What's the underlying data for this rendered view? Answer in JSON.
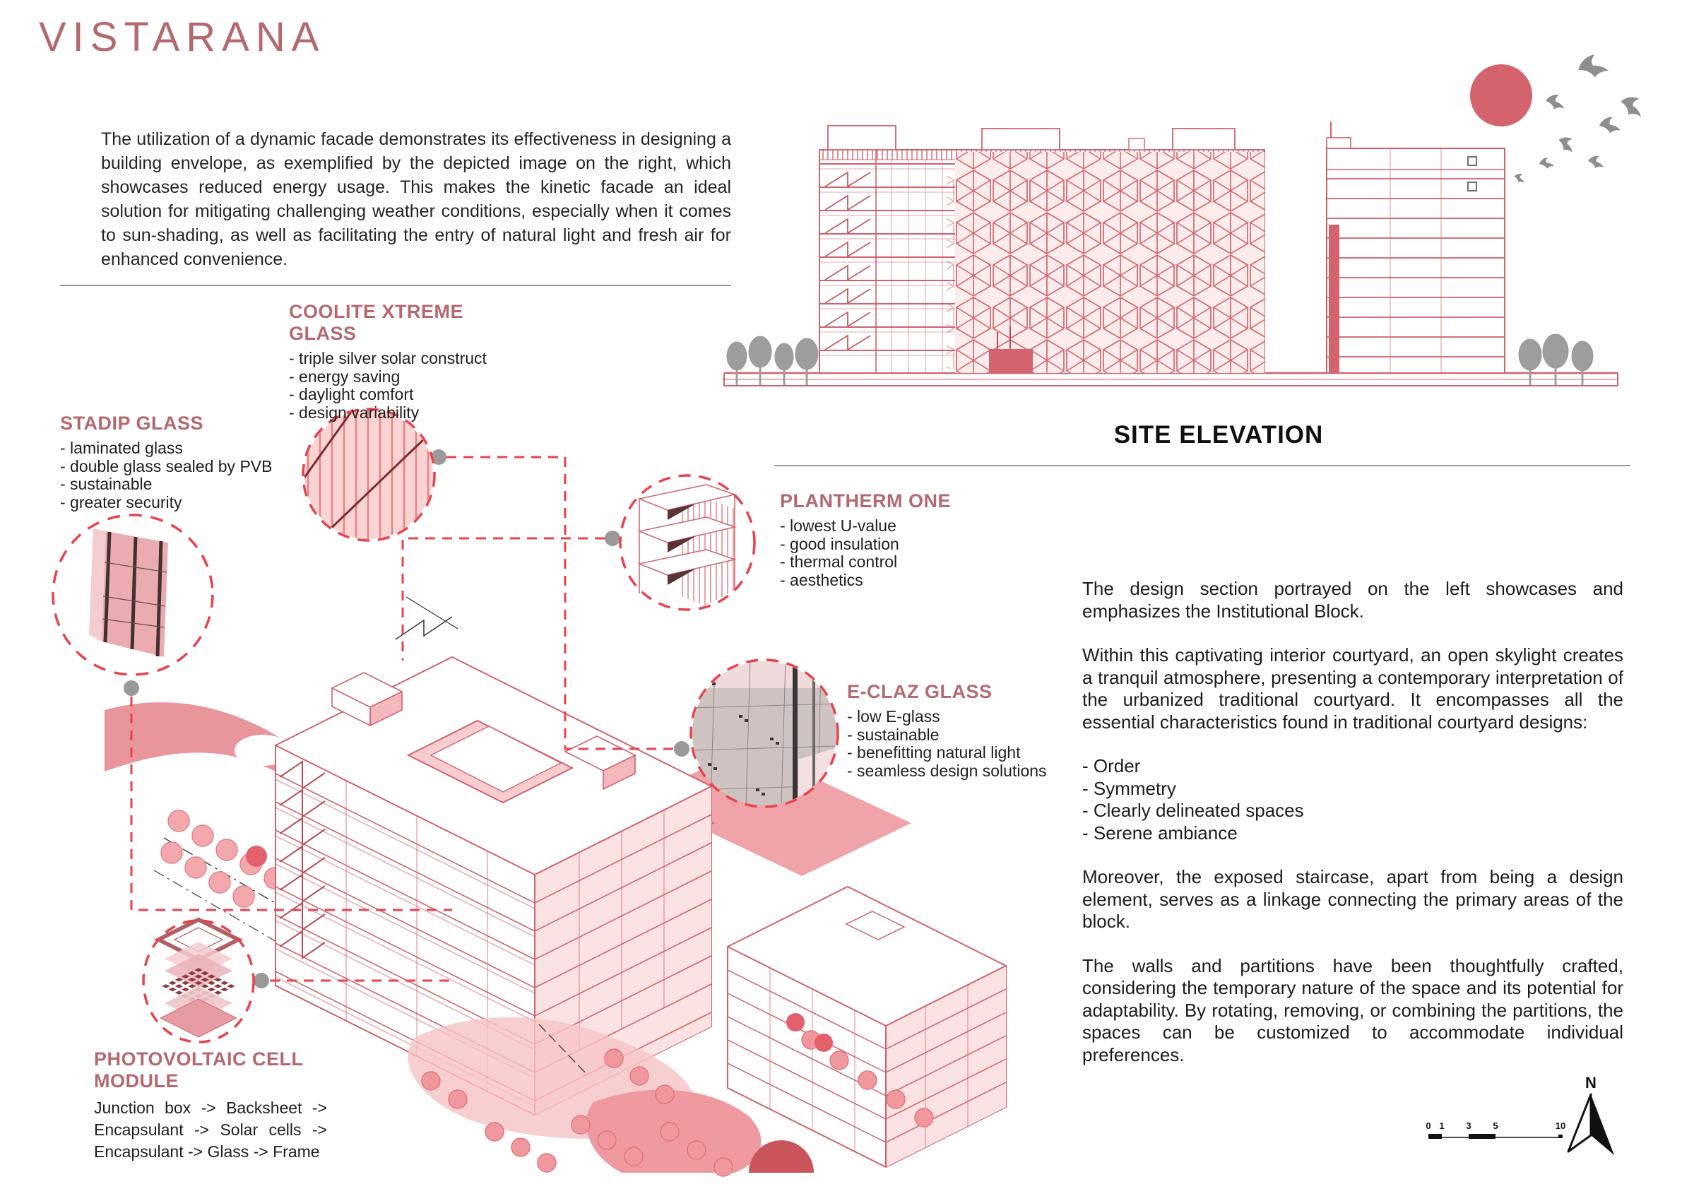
{
  "title": "VISTARANA",
  "intro": "The utilization of a dynamic facade demonstrates its effectiveness in designing a building envelope, as exemplified by the depicted image on the right, which showcases reduced energy usage. This makes the kinetic facade an ideal solution for mitigating challenging weather conditions, especially when it comes to sun-shading, as well as facilitating the entry of natural light and fresh air for enhanced convenience.",
  "site_elevation_label": "SITE ELEVATION",
  "callouts": {
    "coolite": {
      "heading": "COOLITE XTREME GLASS",
      "items": [
        "- triple silver solar construct",
        "- energy saving",
        "- daylight comfort",
        "- design variability"
      ]
    },
    "stadip": {
      "heading": "STADIP GLASS",
      "items": [
        "- laminated glass",
        "- double glass sealed by PVB",
        "- sustainable",
        "- greater security"
      ]
    },
    "plantherm": {
      "heading": "PLANTHERM ONE",
      "items": [
        "- lowest U-value",
        "- good insulation",
        "- thermal control",
        "- aesthetics"
      ]
    },
    "eclaz": {
      "heading": "E-CLAZ GLASS",
      "items": [
        "- low E-glass",
        "- sustainable",
        "- benefitting natural light",
        "- seamless design solutions"
      ]
    },
    "pv": {
      "heading": "PHOTOVOLTAIC CELL MODULE",
      "body": "Junction box -> Backsheet -> Encapsulant -> Solar cells -> Encapsulant -> Glass -> Frame"
    }
  },
  "right_column": {
    "p1": "The design section portrayed on the left showcases and emphasizes the Institutional Block.",
    "p2": "Within this captivating interior courtyard, an open skylight creates a tranquil atmosphere, presenting a contemporary interpretation of the urbanized traditional courtyard. It encompasses all the essential characteristics found in traditional courtyard designs:",
    "list": [
      "- Order",
      "- Symmetry",
      "- Clearly delineated spaces",
      "- Serene ambiance"
    ],
    "p3": "Moreover, the exposed staircase, apart from being a design element, serves as a linkage connecting the primary areas of the block.",
    "p4": "The walls and partitions have been thoughtfully crafted, considering the temporary nature of the space and its potential for adaptability. By rotating, removing, or combining the partitions, the spaces can be customized to accommodate individual preferences."
  },
  "compass": {
    "label": "N"
  },
  "scalebar": {
    "ticks": [
      "0",
      "1",
      "3",
      "5",
      "10"
    ]
  },
  "colors": {
    "accent_rose": "#b3696e",
    "line_red": "#d0626b",
    "dash_red": "#e8434d",
    "sun": "#d5636e",
    "gray": "#9a9a9a",
    "ink": "#242424"
  }
}
